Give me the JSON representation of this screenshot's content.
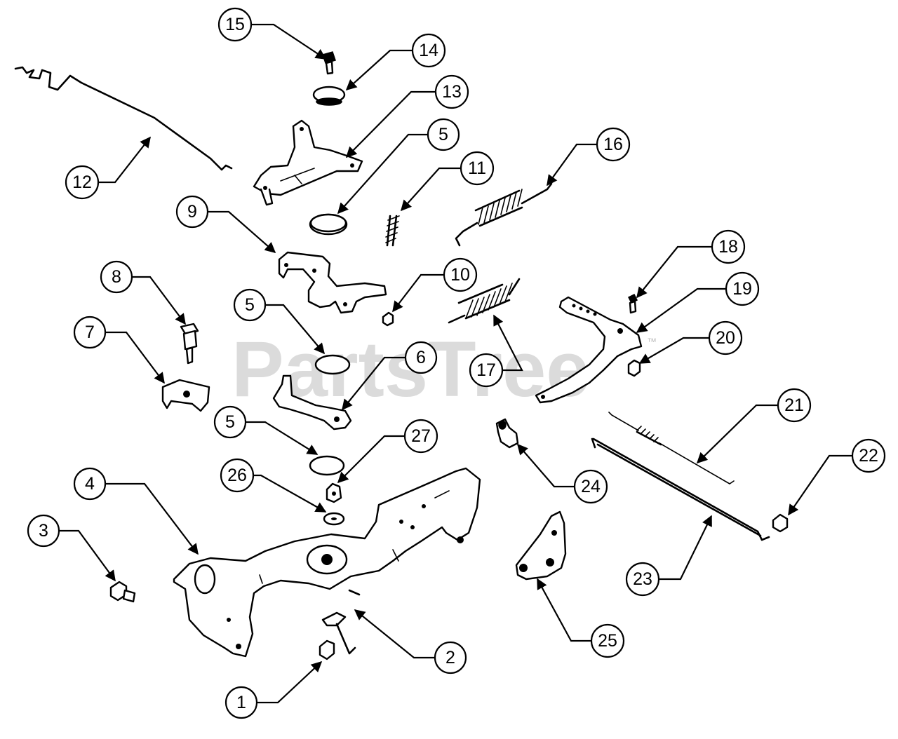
{
  "watermark": {
    "text": "PartsTree",
    "trademark": "™"
  },
  "callouts": [
    {
      "label": "1"
    },
    {
      "label": "2"
    },
    {
      "label": "3"
    },
    {
      "label": "4"
    },
    {
      "label": "5"
    },
    {
      "label": "5"
    },
    {
      "label": "5"
    },
    {
      "label": "6"
    },
    {
      "label": "7"
    },
    {
      "label": "8"
    },
    {
      "label": "9"
    },
    {
      "label": "10"
    },
    {
      "label": "11"
    },
    {
      "label": "12"
    },
    {
      "label": "13"
    },
    {
      "label": "14"
    },
    {
      "label": "15"
    },
    {
      "label": "16"
    },
    {
      "label": "17"
    },
    {
      "label": "18"
    },
    {
      "label": "19"
    },
    {
      "label": "20"
    },
    {
      "label": "21"
    },
    {
      "label": "22"
    },
    {
      "label": "23"
    },
    {
      "label": "24"
    },
    {
      "label": "25"
    },
    {
      "label": "26"
    },
    {
      "label": "27"
    }
  ]
}
